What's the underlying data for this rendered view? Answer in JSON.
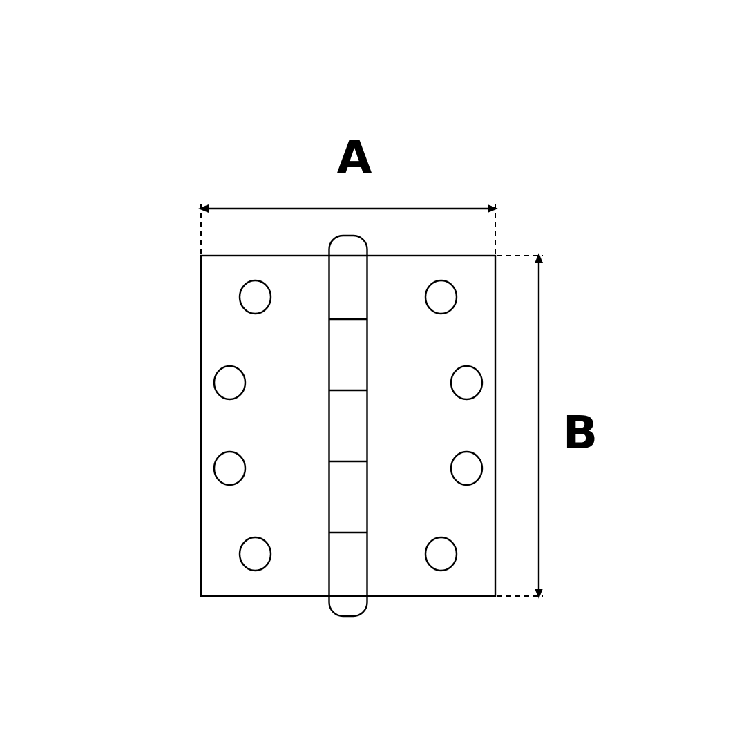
{
  "dimensions": {
    "width_label": "A",
    "height_label": "B"
  },
  "colors": {
    "line": "#000000",
    "background": "#ffffff"
  },
  "hinge": {
    "leaves": 2,
    "knuckles": 5,
    "screw_holes_per_leaf": 4
  }
}
